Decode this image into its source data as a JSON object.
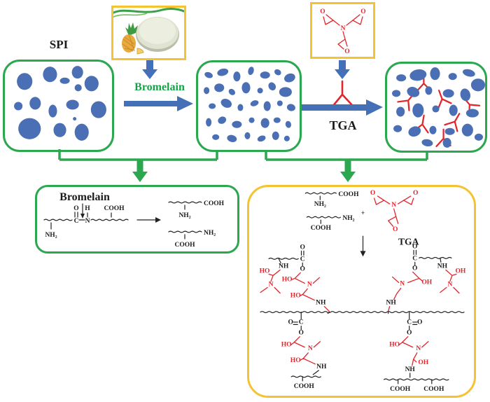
{
  "colors": {
    "box_green": "#2BA84F",
    "box_yellow": "#F5C332",
    "particle_blue": "#4A6FB5",
    "arrow_blue": "#4470B8",
    "crosslink_red": "#E3242B",
    "bromelain_text_green": "#16A348",
    "text_black": "#1b1b1b"
  },
  "labels": {
    "spi": "SPI",
    "bromelain_arrow": "Bromelain",
    "tga_arrow": "TGA",
    "bromelain_title": "Bromelain",
    "tga_title": "TGA",
    "plus": "+"
  },
  "chem": {
    "O": "O",
    "C": "C",
    "N": "N",
    "H": "H",
    "NH": "NH",
    "HO": "HO",
    "OH": "OH",
    "NH2": "NH₂",
    "COOH": "COOH"
  },
  "particles": {
    "spi": {
      "ellipses": [
        [
          28,
          28,
          11,
          12,
          0
        ],
        [
          64,
          18,
          10,
          11,
          0
        ],
        [
          85,
          27,
          7,
          4.5,
          0
        ],
        [
          103,
          15,
          8,
          9,
          0
        ],
        [
          104,
          37,
          5,
          5,
          0
        ],
        [
          123,
          31,
          10,
          11,
          0
        ],
        [
          19,
          63,
          6,
          6,
          0
        ],
        [
          43,
          59,
          8,
          9,
          0
        ],
        [
          68,
          70,
          6,
          9,
          0
        ],
        [
          96,
          61,
          9,
          7,
          0
        ],
        [
          133,
          68,
          11,
          12,
          0
        ],
        [
          35,
          95,
          16,
          15,
          0
        ],
        [
          78,
          97,
          9,
          10,
          0
        ],
        [
          99,
          81,
          2.5,
          2.5,
          0
        ],
        [
          109,
          100,
          10,
          12,
          0
        ]
      ]
    },
    "hydrolyzed": {
      "ellipses": [
        [
          15,
          18,
          6,
          4,
          20
        ],
        [
          35,
          14,
          8,
          5,
          -15
        ],
        [
          55,
          20,
          5,
          7,
          0
        ],
        [
          75,
          12,
          4,
          6,
          15
        ],
        [
          95,
          18,
          7,
          5,
          0
        ],
        [
          113,
          14,
          5,
          4,
          30
        ],
        [
          130,
          22,
          8,
          6,
          -20
        ],
        [
          12,
          40,
          4,
          5,
          0
        ],
        [
          30,
          36,
          7,
          6,
          0
        ],
        [
          48,
          42,
          5,
          4,
          40
        ],
        [
          68,
          36,
          6,
          8,
          0
        ],
        [
          88,
          40,
          4,
          4,
          0
        ],
        [
          105,
          34,
          5,
          6,
          -30
        ],
        [
          124,
          42,
          9,
          7,
          0
        ],
        [
          20,
          62,
          5,
          4,
          0
        ],
        [
          40,
          58,
          8,
          6,
          25
        ],
        [
          60,
          64,
          4,
          5,
          0
        ],
        [
          80,
          58,
          6,
          4,
          -20
        ],
        [
          98,
          62,
          5,
          7,
          0
        ],
        [
          116,
          58,
          4,
          4,
          0
        ],
        [
          132,
          64,
          6,
          5,
          15
        ],
        [
          15,
          85,
          4,
          6,
          0
        ],
        [
          34,
          82,
          6,
          5,
          -25
        ],
        [
          55,
          88,
          7,
          5,
          0
        ],
        [
          76,
          82,
          4,
          4,
          20
        ],
        [
          95,
          86,
          6,
          7,
          0
        ],
        [
          112,
          82,
          5,
          4,
          0
        ],
        [
          128,
          88,
          4,
          5,
          -15
        ],
        [
          25,
          106,
          5,
          4,
          0
        ],
        [
          48,
          108,
          7,
          5,
          15
        ],
        [
          70,
          104,
          4,
          5,
          0
        ],
        [
          90,
          108,
          6,
          4,
          -20
        ],
        [
          110,
          104,
          5,
          6,
          0
        ],
        [
          126,
          108,
          4,
          4,
          0
        ]
      ]
    },
    "crosslinked": {
      "ellipses": [
        [
          20,
          20,
          7,
          5,
          0
        ],
        [
          44,
          16,
          12,
          8,
          -10
        ],
        [
          68,
          14,
          7,
          9,
          0
        ],
        [
          93,
          18,
          6,
          5,
          0
        ],
        [
          116,
          13,
          9,
          5,
          15
        ],
        [
          129,
          30,
          10,
          9,
          0
        ],
        [
          13,
          42,
          6,
          5,
          0
        ],
        [
          37,
          40,
          9,
          7,
          20
        ],
        [
          59,
          38,
          5,
          6,
          0
        ],
        [
          87,
          42,
          8,
          6,
          0
        ],
        [
          111,
          44,
          7,
          9,
          -15
        ],
        [
          19,
          68,
          6,
          7,
          0
        ],
        [
          44,
          66,
          8,
          10,
          0
        ],
        [
          69,
          64,
          5,
          5,
          0
        ],
        [
          94,
          66,
          6,
          8,
          0
        ],
        [
          121,
          70,
          9,
          6,
          0
        ],
        [
          15,
          92,
          6,
          5,
          0
        ],
        [
          39,
          96,
          9,
          7,
          -20
        ],
        [
          65,
          94,
          5,
          6,
          0
        ],
        [
          89,
          96,
          7,
          5,
          0
        ],
        [
          114,
          94,
          8,
          9,
          0
        ],
        [
          130,
          104,
          6,
          5,
          0
        ],
        [
          57,
          112,
          8,
          5,
          10
        ],
        [
          85,
          112,
          6,
          7,
          0
        ]
      ],
      "links": [
        [
          52,
          28,
          0
        ],
        [
          30,
          52,
          40
        ],
        [
          78,
          50,
          -20
        ],
        [
          50,
          86,
          10
        ],
        [
          96,
          82,
          30
        ],
        [
          117,
          58,
          -40
        ],
        [
          80,
          106,
          0
        ]
      ]
    }
  }
}
